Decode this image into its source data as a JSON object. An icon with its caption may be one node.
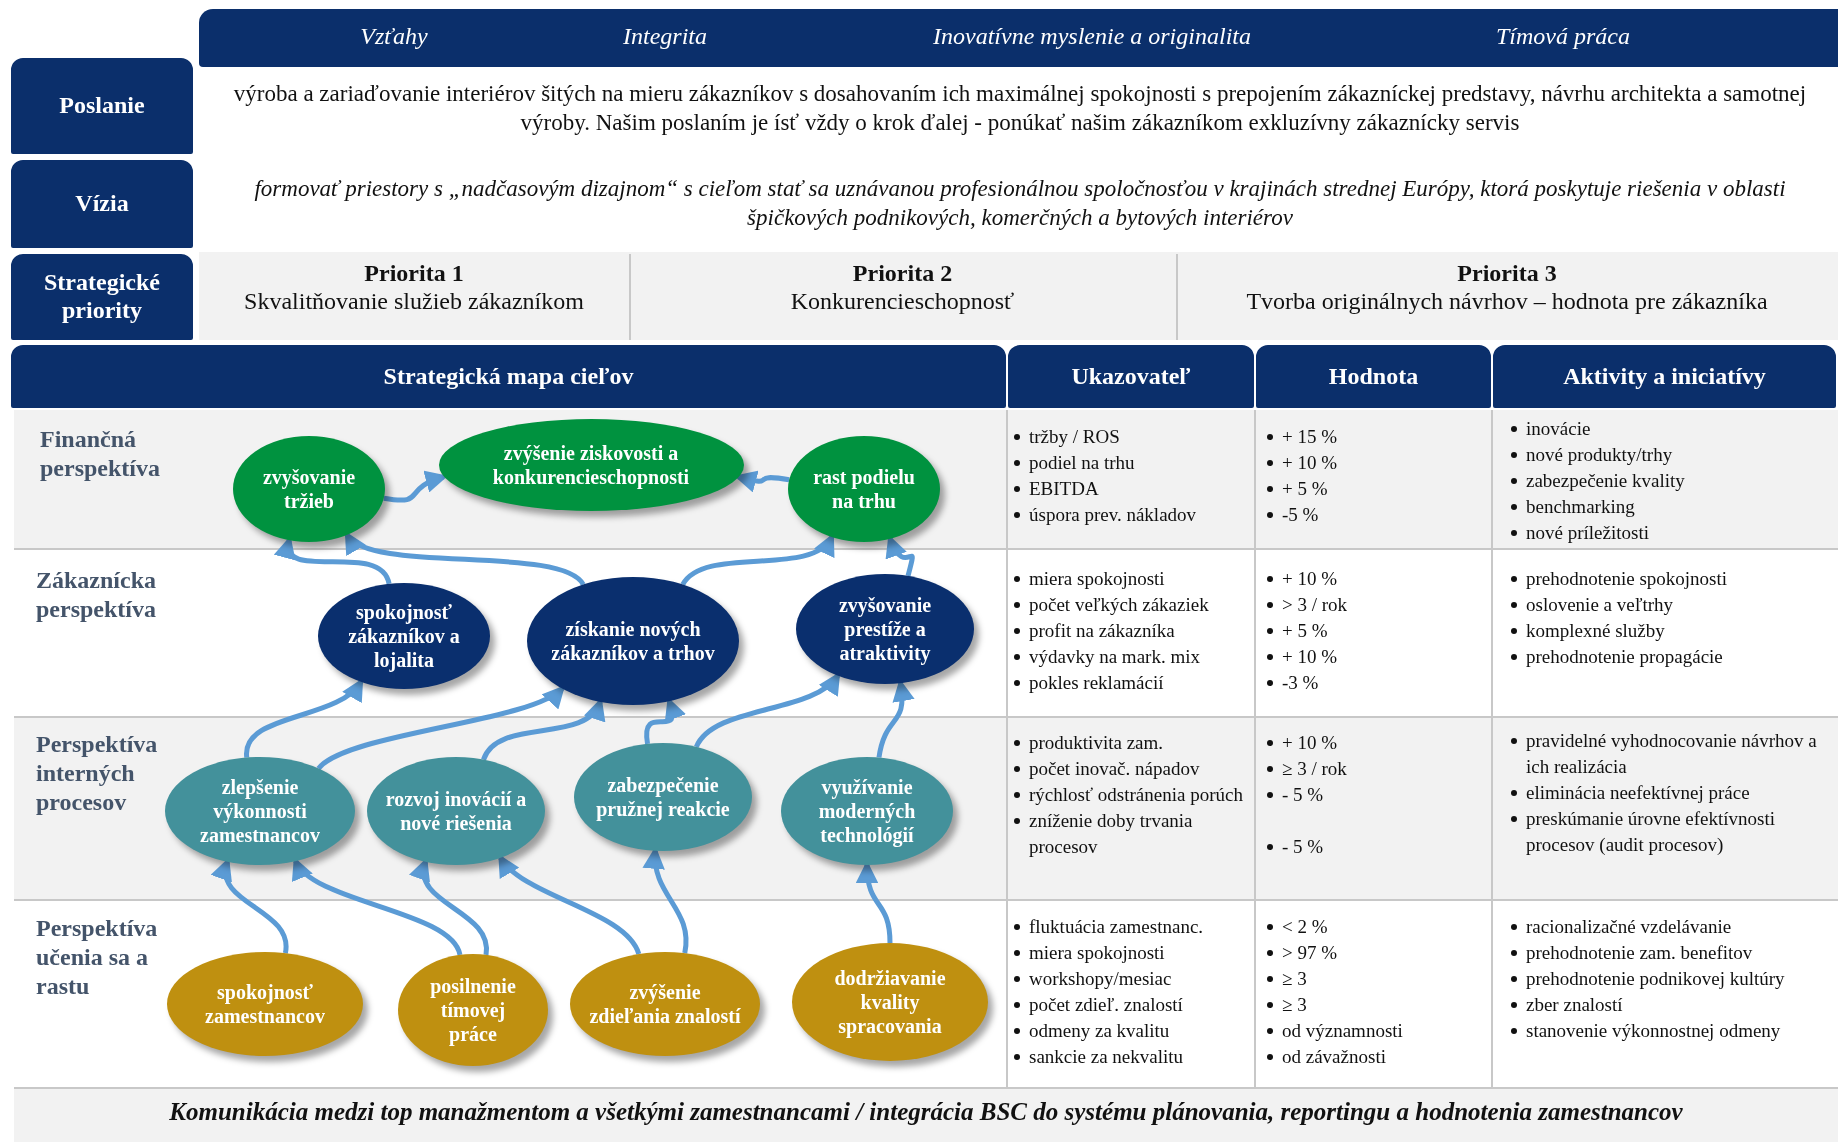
{
  "diagram": {
    "nodes": [
      {
        "text": [
          "Vzťahy",
          "Integrita",
          "Inovatívne myslenie a originalita",
          "Tímová práca"
        ]
      },
      {
        "text": [
          "Poslanie"
        ]
      },
      {
        "text": [
          "Vízia"
        ]
      },
      {
        "text": [
          "Strategické priority"
        ]
      },
      {
        "text": [
          "Strategická mapa cieľov"
        ]
      },
      {
        "text": [
          "Ukazovateľ"
        ]
      },
      {
        "text": [
          "Hodnota"
        ]
      },
      {
        "text": [
          "Aktivity a iniciatívy"
        ]
      },
      {
        "text": [
          "zvyšovanie tržieb"
        ]
      },
      {
        "text": [
          "zvýšenie ziskovosti a konkurencieschopnosti"
        ]
      },
      {
        "text": [
          "rast podielu na trhu"
        ]
      },
      {
        "text": [
          "spokojnosť zákazníkov a lojalita"
        ]
      },
      {
        "text": [
          "získanie nových zákazníkov a trhov"
        ]
      },
      {
        "text": [
          "zvyšovanie prestíže a atraktivity"
        ]
      },
      {
        "text": [
          "zlepšenie výkonnosti zamestnancov"
        ]
      },
      {
        "text": [
          "rozvoj inovácií a nové riešenia"
        ]
      },
      {
        "text": [
          "zabezpečenie pružnej reakcie"
        ]
      },
      {
        "text": [
          "využívanie moderných technológií"
        ]
      },
      {
        "text": [
          "spokojnosť zamestnancov"
        ]
      },
      {
        "text": [
          "posilnenie tímovej práce"
        ]
      },
      {
        "text": [
          "zvýšenie zdieľania znalostí"
        ]
      },
      {
        "text": [
          "dodržiavanie kvality spracovania"
        ]
      }
    ],
    "edges": [
      {
        "from": 8,
        "to": 9,
        "arrow": "to"
      },
      {
        "from": 10,
        "to": 9,
        "arrow": "to"
      },
      {
        "from": 11,
        "to": 8,
        "arrow": "to"
      },
      {
        "from": 12,
        "to": 8,
        "arrow": "to"
      },
      {
        "from": 12,
        "to": 10,
        "arrow": "to"
      },
      {
        "from": 13,
        "to": 10,
        "arrow": "to"
      },
      {
        "from": 14,
        "to": 11,
        "arrow": "to"
      },
      {
        "from": 14,
        "to": 12,
        "arrow": "to"
      },
      {
        "from": 15,
        "to": 12,
        "arrow": "to"
      },
      {
        "from": 16,
        "to": 12,
        "arrow": "to"
      },
      {
        "from": 16,
        "to": 13,
        "arrow": "to"
      },
      {
        "from": 17,
        "to": 13,
        "arrow": "to"
      },
      {
        "from": 18,
        "to": 14,
        "arrow": "to"
      },
      {
        "from": 19,
        "to": 14,
        "arrow": "to"
      },
      {
        "from": 19,
        "to": 15,
        "arrow": "to"
      },
      {
        "from": 20,
        "to": 15,
        "arrow": "to"
      },
      {
        "from": 20,
        "to": 16,
        "arrow": "to"
      },
      {
        "from": 21,
        "to": 17,
        "arrow": "to"
      }
    ],
    "labels": [
      "výroba a zariaďovanie interiérov šitých na mieru zákazníkov s dosahovaním ich maximálnej spokojnosti s prepojením zákazníckej predstavy, návrhu architekta a samotnej výroby. Našim poslaním je ísť vždy o krok ďalej - ponúkať našim zákazníkom exkluzívny zákaznícky servis",
      "formovať priestory s „nadčasovým dizajnom“ s cieľom stať sa uznávanou profesionálnou spoločnosťou v krajinách strednej Európy, ktorá poskytuje riešenia v oblasti špičkových podnikových, komerčných a bytových interiérov",
      "Priorita 1",
      "Skvalitňovanie služieb zákazníkom",
      "Priorita 2",
      "Konkurencieschopnosť",
      "Priorita 3",
      "Tvorba originálnych návrhov – hodnota pre zákazníka",
      "Finančná perspektíva",
      "tržby / ROS",
      "podiel na trhu",
      "EBITDA",
      "úspora prev. nákladov",
      "+ 15 %",
      "+ 10 %",
      "+ 5 %",
      "-5 %",
      "inovácie",
      "nové produkty/trhy",
      "zabezpečenie kvality",
      "benchmarking",
      "nové príležitosti",
      "Zákaznícka perspektíva",
      "miera spokojnosti",
      "počet veľkých zákaziek",
      "profit na zákazníka",
      "výdavky na mark. mix",
      "pokles reklamácií",
      "+ 10 %",
      "> 3 / rok",
      "+ 5 %",
      "+ 10 %",
      "-3 %",
      "prehodnotenie spokojnosti",
      "oslovenie a veľtrhy",
      "komplexné služby",
      "prehodnotenie propagácie",
      "Perspektíva interných procesov",
      "produktivita zam.",
      "počet inovač. nápadov",
      "rýchlosť odstránenia porúch",
      "zníženie doby trvania procesov",
      "+ 10 %",
      "≥ 3 / rok",
      "- 5 %",
      "- 5 %",
      "pravidelné vyhodnocovanie návrhov a ich realizácia",
      "eliminácia neefektívnej práce",
      "preskúmanie úrovne efektívnosti procesov (audit procesov)",
      "Perspektíva učenia sa a rastu",
      "fluktuácia zamestnanc.",
      "miera spokojnosti",
      "workshopy/mesiac",
      "počet zdieľ. znalostí",
      "odmeny za kvalitu",
      "sankcie za nekvalitu",
      "< 2 %",
      "> 97 %",
      "≥ 3",
      "≥ 3",
      "od významnosti",
      "od závažnosti",
      "racionalizačné vzdelávanie",
      "prehodnotenie zam. benefitov",
      "prehodnotenie podnikovej kultúry",
      "zber znalostí",
      "stanovenie výkonnostnej odmeny",
      "Komunikácia medzi top manažmentom a všetkými zamestnancami / integrácia BSC do systému plánovania, reportingu a hodnotenia zamestnancov"
    ]
  }
}
